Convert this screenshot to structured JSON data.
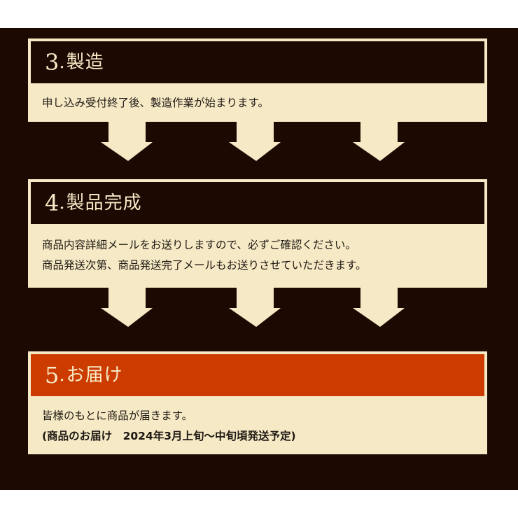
{
  "colors": {
    "background": "#1c0902",
    "card": "#f6eac6",
    "header_dark": "#1c0902",
    "header_accent": "#cc3c00",
    "title_text": "#f6eac6",
    "body_text": "#1e1812"
  },
  "steps": [
    {
      "number": "3",
      "dot": ".",
      "title": "製造",
      "lines": [
        "申し込み受付終了後、製造作業が始まります。"
      ]
    },
    {
      "number": "4",
      "dot": ".",
      "title": "製品完成",
      "lines": [
        "商品内容詳細メールをお送りしますので、必ずご確認ください。",
        "商品発送次第、商品発送完了メールもお送りさせていただきます。"
      ]
    },
    {
      "number": "5",
      "dot": ".",
      "title": "お届け",
      "lines": [
        "皆様のもとに商品が届きます。",
        "(商品のお届け　2024年3月上旬～中旬頃発送予定)"
      ]
    }
  ],
  "arrows": {
    "icon": "down-arrow-icon",
    "rows": 2,
    "per_row": 3
  }
}
